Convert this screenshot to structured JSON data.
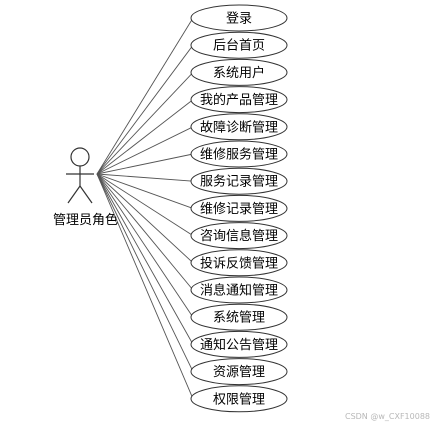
{
  "actor": {
    "label": "管理员角色"
  },
  "use_cases": [
    {
      "label": "登录"
    },
    {
      "label": "后台首页"
    },
    {
      "label": "系统用户"
    },
    {
      "label": "我的产品管理"
    },
    {
      "label": "故障诊断管理"
    },
    {
      "label": "维修服务管理"
    },
    {
      "label": "服务记录管理"
    },
    {
      "label": "维修记录管理"
    },
    {
      "label": "咨询信息管理"
    },
    {
      "label": "投诉反馈管理"
    },
    {
      "label": "消息通知管理"
    },
    {
      "label": "系统管理"
    },
    {
      "label": "通知公告管理"
    },
    {
      "label": "资源管理"
    },
    {
      "label": "权限管理"
    }
  ],
  "watermark": "CSDN @w_CXF10088",
  "colors": {
    "line": "#555555",
    "ellipse_stroke": "#333333",
    "ellipse_fill": "#ffffff"
  }
}
